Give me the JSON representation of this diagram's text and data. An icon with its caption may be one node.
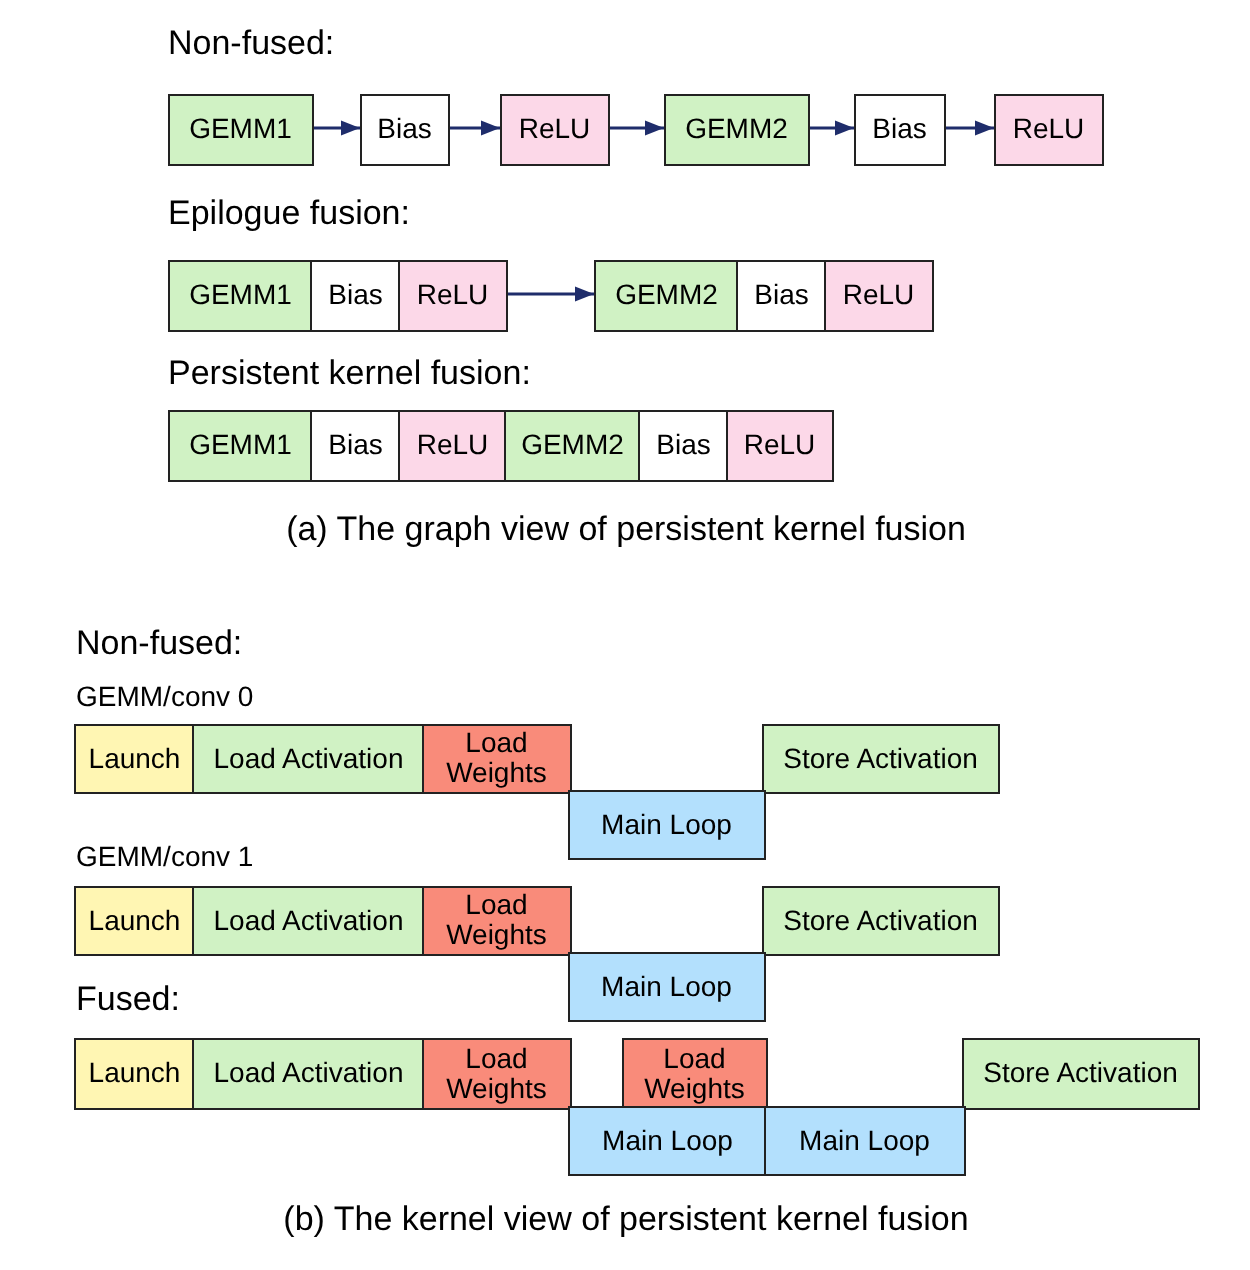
{
  "diagram": {
    "nodes": [
      {
        "text": [
          "GEMM1"
        ]
      },
      {
        "text": [
          "Bias"
        ]
      },
      {
        "text": [
          "ReLU"
        ]
      },
      {
        "text": [
          "GEMM2"
        ]
      },
      {
        "text": [
          "Bias"
        ]
      },
      {
        "text": [
          "ReLU"
        ]
      },
      {
        "text": [
          "GEMM1"
        ]
      },
      {
        "text": [
          "Bias"
        ]
      },
      {
        "text": [
          "ReLU"
        ]
      },
      {
        "text": [
          "GEMM2"
        ]
      },
      {
        "text": [
          "Bias"
        ]
      },
      {
        "text": [
          "ReLU"
        ]
      },
      {
        "text": [
          "GEMM1"
        ]
      },
      {
        "text": [
          "Bias"
        ]
      },
      {
        "text": [
          "ReLU"
        ]
      },
      {
        "text": [
          "GEMM2"
        ]
      },
      {
        "text": [
          "Bias"
        ]
      },
      {
        "text": [
          "ReLU"
        ]
      },
      {
        "text": [
          "Launch"
        ]
      },
      {
        "text": [
          "Load Activation"
        ]
      },
      {
        "text": [
          "Load Weights"
        ]
      },
      {
        "text": [
          "Store Activation"
        ]
      },
      {
        "text": [
          "Main Loop"
        ]
      },
      {
        "text": [
          "Launch"
        ]
      },
      {
        "text": [
          "Load Activation"
        ]
      },
      {
        "text": [
          "Load Weights"
        ]
      },
      {
        "text": [
          "Store Activation"
        ]
      },
      {
        "text": [
          "Main Loop"
        ]
      },
      {
        "text": [
          "Launch"
        ]
      },
      {
        "text": [
          "Load Activation"
        ]
      },
      {
        "text": [
          "Load Weights"
        ]
      },
      {
        "text": [
          "Load Weights"
        ]
      },
      {
        "text": [
          "Store Activation"
        ]
      },
      {
        "text": [
          "Main Loop"
        ]
      },
      {
        "text": [
          "Main Loop"
        ]
      }
    ],
    "edges": [
      {
        "from": 0,
        "to": 1,
        "arrow": "to"
      },
      {
        "from": 1,
        "to": 2,
        "arrow": "to"
      },
      {
        "from": 2,
        "to": 3,
        "arrow": "to"
      },
      {
        "from": 3,
        "to": 4,
        "arrow": "to"
      },
      {
        "from": 4,
        "to": 5,
        "arrow": "to"
      },
      {
        "from": 8,
        "to": 9,
        "arrow": "to"
      }
    ],
    "labels": [
      "Non-fused:",
      "Epilogue fusion:",
      "Persistent kernel fusion:",
      "(a) The graph view of persistent kernel fusion",
      "Non-fused:",
      "GEMM/conv 0",
      "GEMM/conv 1",
      "Fused:",
      "(b) The kernel view of persistent kernel fusion"
    ]
  }
}
